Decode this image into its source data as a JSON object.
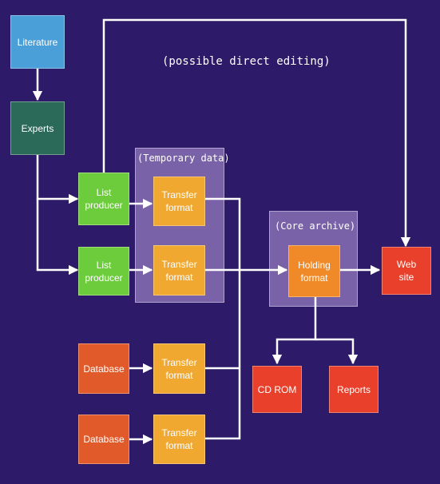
{
  "nodes": {
    "literature": {
      "label": "Literature",
      "color": "#4a9fd9"
    },
    "experts": {
      "label": "Experts",
      "color": "#2b6a58"
    },
    "list_producer_1": {
      "label": "List\nproducer",
      "color": "#6dcc3c"
    },
    "list_producer_2": {
      "label": "List\nproducer",
      "color": "#6dcc3c"
    },
    "transfer_1": {
      "label": "Transfer\nformat",
      "color": "#f0a830"
    },
    "transfer_2": {
      "label": "Transfer\nformat",
      "color": "#f0a830"
    },
    "transfer_3": {
      "label": "Transfer\nformat",
      "color": "#f0a830"
    },
    "transfer_4": {
      "label": "Transfer\nformat",
      "color": "#f0a830"
    },
    "database_1": {
      "label": "Database",
      "color": "#e05a2a"
    },
    "database_2": {
      "label": "Database",
      "color": "#e05a2a"
    },
    "holding": {
      "label": "Holding\nformat",
      "color": "#f08a28"
    },
    "website": {
      "label": "Web\nsite",
      "color": "#e8402a"
    },
    "cdrom": {
      "label": "CD ROM",
      "color": "#e8402a"
    },
    "reports": {
      "label": "Reports",
      "color": "#e8402a"
    }
  },
  "regions": {
    "temporary": {
      "label": "(Temporary data)"
    },
    "core": {
      "label": "(Core archive)"
    }
  },
  "annotations": {
    "direct_editing": "(possible direct editing)"
  },
  "colors": {
    "background": "#2d1b69",
    "region": "#7a62a8",
    "connector": "#ffffff"
  }
}
